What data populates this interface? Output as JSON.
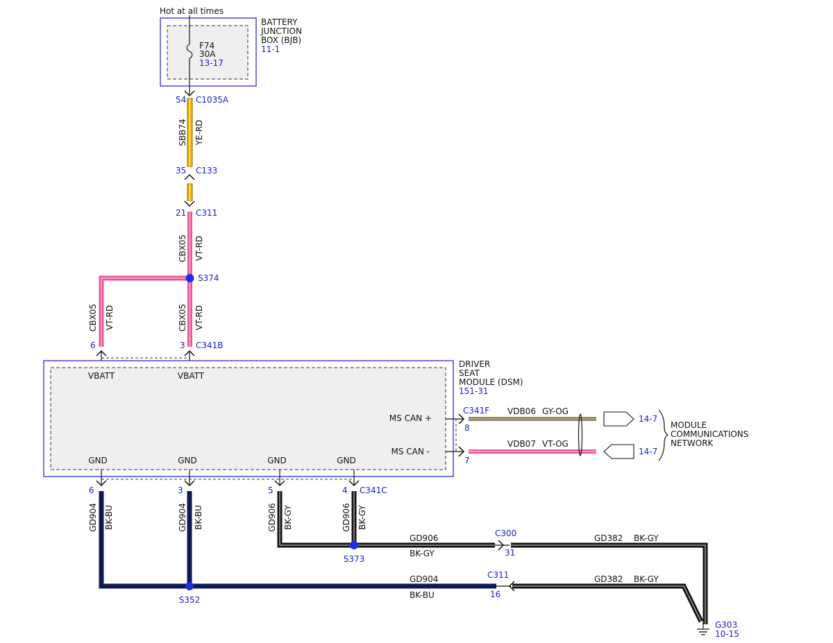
{
  "colors": {
    "ye_rd_fill": "#f0b400",
    "ye_rd_edge": "#8a6a00",
    "vt_rd_fill": "#e8559a",
    "vt_rd_stripe": "#f6b8d3",
    "bk_bu": "#0f1a55",
    "bk_gy": "#111111",
    "bk_gy_stripe": "#b8b8b8",
    "gy_og_fill": "#8a8a7a",
    "gy_og_stripe": "#c7a24a",
    "splice": "#1f2ee6",
    "box_border": "#2b2bd6",
    "ref_text": "#1a1acc"
  },
  "power": {
    "hot_label": "Hot at all times"
  },
  "bjb": {
    "name_line1": "BATTERY",
    "name_line2": "JUNCTION",
    "name_line3": "BOX (BJB)",
    "ref": "11-1",
    "fuse_id": "F74",
    "fuse_rating": "30A",
    "fuse_ref": "13-17"
  },
  "connectors": {
    "c1035a": {
      "pin": "54",
      "id": "C1035A"
    },
    "c133": {
      "pin": "35",
      "id": "C133"
    },
    "c311_top": {
      "pin": "21",
      "id": "C311"
    },
    "c341b": {
      "pin_left": "6",
      "pin_right": "3",
      "id": "C341B"
    },
    "c341f": {
      "id": "C341F",
      "pin_plus": "8",
      "pin_minus": "7"
    },
    "c341c": {
      "pins": [
        "6",
        "3",
        "5",
        "4"
      ],
      "id": "C341C"
    },
    "c300": {
      "id": "C300",
      "pin": "31"
    },
    "c311_bottom": {
      "id": "C311",
      "pin": "16"
    }
  },
  "wires": {
    "sbb74": {
      "circuit": "SBB74",
      "color": "YE-RD"
    },
    "cbx05_upper": {
      "circuit": "CBX05",
      "color": "VT-RD"
    },
    "cbx05_left": {
      "circuit": "CBX05",
      "color": "VT-RD"
    },
    "cbx05_right": {
      "circuit": "CBX05",
      "color": "VT-RD"
    },
    "gd904_a": {
      "circuit": "GD904",
      "color": "BK-BU"
    },
    "gd904_b": {
      "circuit": "GD904",
      "color": "BK-BU"
    },
    "gd906_a": {
      "circuit": "GD906",
      "color": "BK-GY"
    },
    "gd906_b": {
      "circuit": "GD906",
      "color": "BK-GY"
    },
    "gd906_horiz": {
      "circuit": "GD906",
      "color": "BK-GY"
    },
    "gd904_horiz": {
      "circuit": "GD904",
      "color": "BK-BU"
    },
    "gd382_top": {
      "circuit": "GD382",
      "color": "BK-GY"
    },
    "gd382_bottom": {
      "circuit": "GD382",
      "color": "BK-GY"
    },
    "vdb06": {
      "circuit": "VDB06",
      "color": "GY-OG"
    },
    "vdb07": {
      "circuit": "VDB07",
      "color": "VT-OG"
    }
  },
  "splices": {
    "s374": "S374",
    "s373": "S373",
    "s352": "S352"
  },
  "dsm": {
    "name_line1": "DRIVER",
    "name_line2": "SEAT",
    "name_line3": "MODULE (DSM)",
    "ref": "151-31",
    "vbatt_left": "VBATT",
    "vbatt_right": "VBATT",
    "ms_can_plus": "MS CAN +",
    "ms_can_minus": "MS CAN -",
    "gnd_labels": [
      "GND",
      "GND",
      "GND",
      "GND"
    ]
  },
  "network": {
    "line1": "MODULE",
    "line2": "COMMUNICATIONS",
    "line3": "NETWORK",
    "ref_plus": "14-7",
    "ref_minus": "14-7"
  },
  "ground": {
    "id": "G303",
    "ref": "10-15"
  }
}
